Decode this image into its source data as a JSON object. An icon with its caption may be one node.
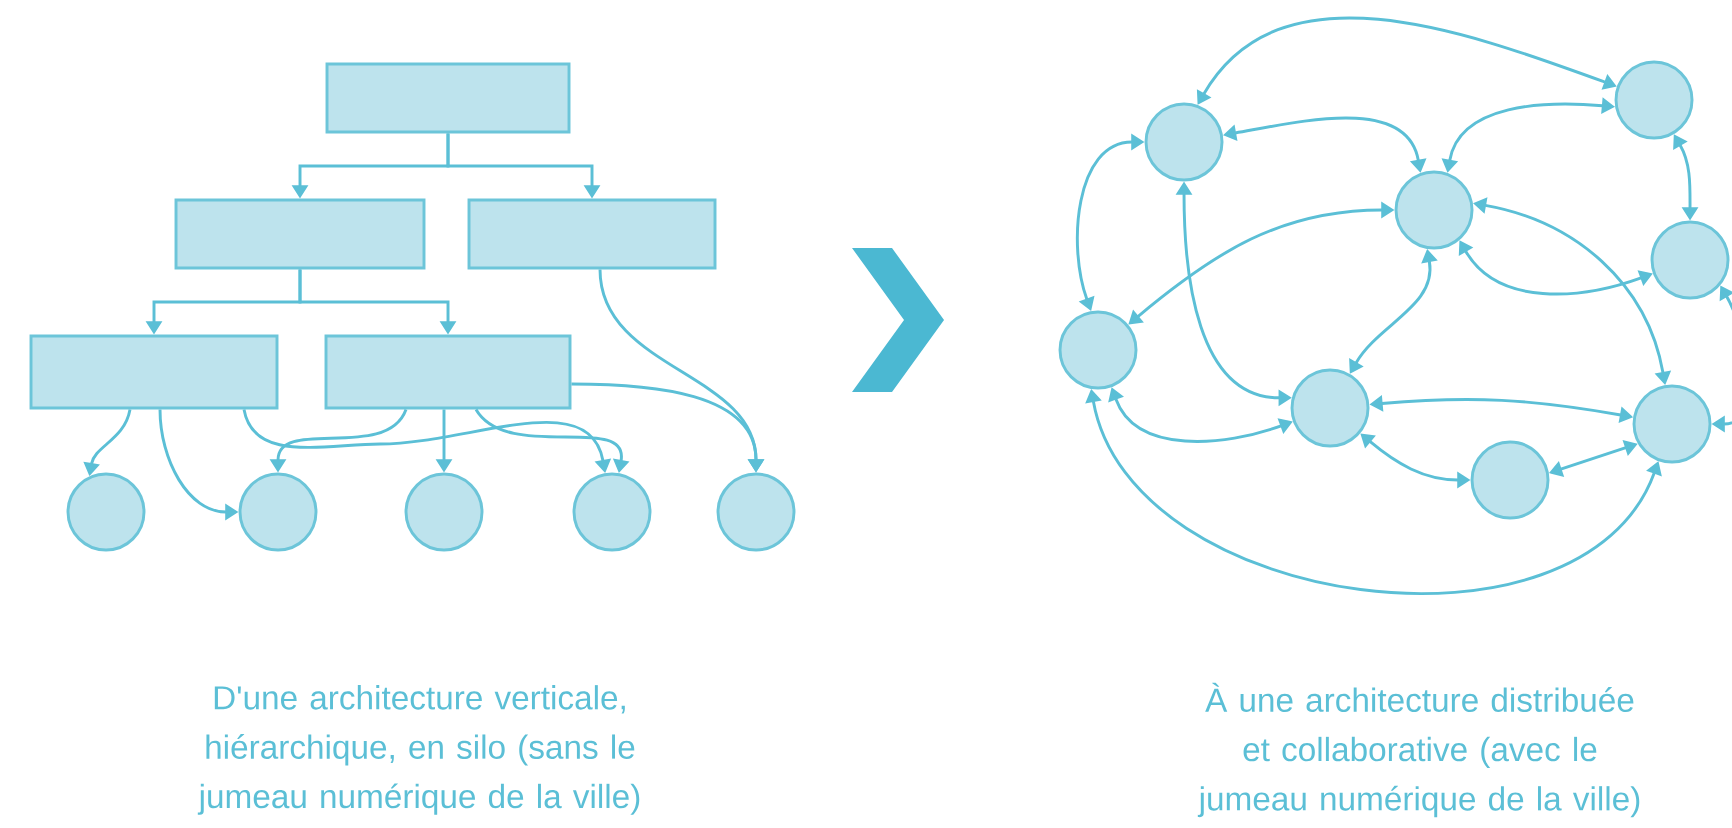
{
  "diagram": {
    "nodes": [
      {
        "text": [],
        "shape": "box"
      },
      {
        "text": [],
        "shape": "box"
      },
      {
        "text": [],
        "shape": "box"
      },
      {
        "text": [],
        "shape": "box"
      },
      {
        "text": [],
        "shape": "box"
      },
      {
        "text": [],
        "shape": "circle"
      },
      {
        "text": [],
        "shape": "circle"
      },
      {
        "text": [],
        "shape": "circle"
      },
      {
        "text": [],
        "shape": "circle"
      },
      {
        "text": [],
        "shape": "circle"
      },
      {
        "text": [],
        "shape": "circle"
      },
      {
        "text": [],
        "shape": "circle"
      },
      {
        "text": [],
        "shape": "circle"
      },
      {
        "text": [],
        "shape": "circle"
      },
      {
        "text": [],
        "shape": "circle"
      },
      {
        "text": [],
        "shape": "circle"
      },
      {
        "text": [],
        "shape": "circle"
      },
      {
        "text": [],
        "shape": "circle"
      }
    ],
    "edges": [
      {
        "from": 0,
        "to": 1,
        "arrow": "to"
      },
      {
        "from": 0,
        "to": 2,
        "arrow": "to"
      },
      {
        "from": 1,
        "to": 3,
        "arrow": "to"
      },
      {
        "from": 1,
        "to": 4,
        "arrow": "to"
      },
      {
        "from": 3,
        "to": 5,
        "arrow": "to"
      },
      {
        "from": 3,
        "to": 6,
        "arrow": "to"
      },
      {
        "from": 3,
        "to": 8,
        "arrow": "to"
      },
      {
        "from": 4,
        "to": 6,
        "arrow": "to"
      },
      {
        "from": 4,
        "to": 7,
        "arrow": "to"
      },
      {
        "from": 4,
        "to": 8,
        "arrow": "to"
      },
      {
        "from": 4,
        "to": 9,
        "arrow": "to"
      },
      {
        "from": 2,
        "to": 9,
        "arrow": "to"
      },
      {
        "from": 10,
        "to": 11,
        "arrow": "both"
      },
      {
        "from": 10,
        "to": 12,
        "arrow": "both"
      },
      {
        "from": 11,
        "to": 12,
        "arrow": "both"
      },
      {
        "from": 14,
        "to": 10,
        "arrow": "both"
      },
      {
        "from": 10,
        "to": 15,
        "arrow": "both"
      },
      {
        "from": 14,
        "to": 12,
        "arrow": "both"
      },
      {
        "from": 12,
        "to": 15,
        "arrow": "both"
      },
      {
        "from": 12,
        "to": 13,
        "arrow": "both"
      },
      {
        "from": 12,
        "to": 16,
        "arrow": "both"
      },
      {
        "from": 11,
        "to": 13,
        "arrow": "both"
      },
      {
        "from": 13,
        "to": 16,
        "arrow": "both"
      },
      {
        "from": 15,
        "to": 16,
        "arrow": "both"
      },
      {
        "from": 14,
        "to": 15,
        "arrow": "both"
      },
      {
        "from": 15,
        "to": 17,
        "arrow": "both"
      },
      {
        "from": 17,
        "to": 16,
        "arrow": "both"
      },
      {
        "from": 14,
        "to": 16,
        "arrow": "both"
      }
    ],
    "labels": [
      "D'une architecture verticale, hiérarchique, en silo (sans le jumeau numérique de la ville)",
      "À une architecture distribuée et collaborative (avec le jumeau numérique de la ville)"
    ]
  }
}
